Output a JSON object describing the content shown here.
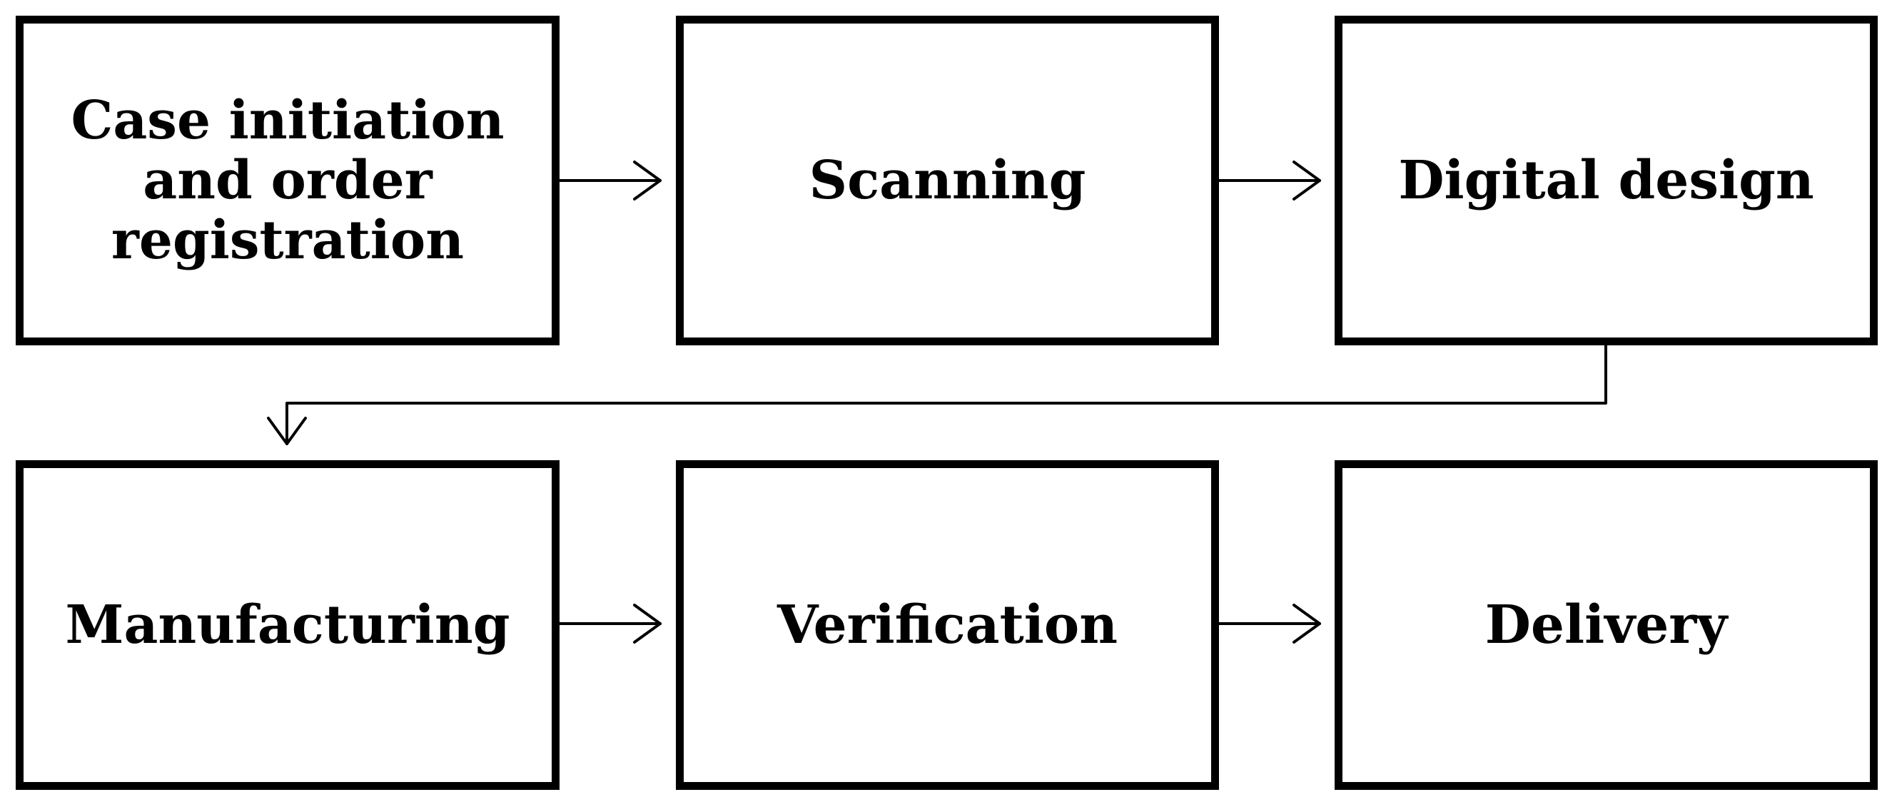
{
  "flow": {
    "steps": [
      {
        "id": "case-initiation",
        "label": "Case initiation\nand order\nregistration"
      },
      {
        "id": "scanning",
        "label": "Scanning"
      },
      {
        "id": "digital-design",
        "label": "Digital design"
      },
      {
        "id": "manufacturing",
        "label": "Manufacturing"
      },
      {
        "id": "verification",
        "label": "Verification"
      },
      {
        "id": "delivery",
        "label": "Delivery"
      }
    ],
    "edges": [
      {
        "from": "case-initiation",
        "to": "scanning"
      },
      {
        "from": "scanning",
        "to": "digital-design"
      },
      {
        "from": "digital-design",
        "to": "manufacturing"
      },
      {
        "from": "manufacturing",
        "to": "verification"
      },
      {
        "from": "verification",
        "to": "delivery"
      }
    ]
  },
  "colors": {
    "stroke": "#000000",
    "background": "#ffffff"
  }
}
